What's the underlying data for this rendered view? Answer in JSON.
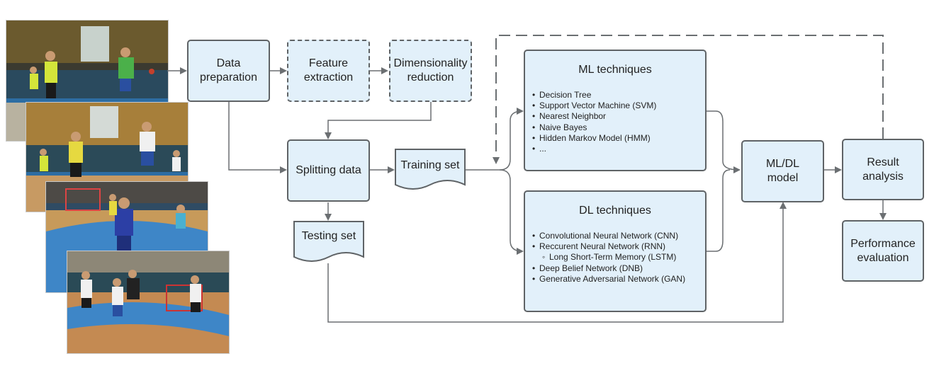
{
  "photos": [
    {
      "name": "handball-photo-1"
    },
    {
      "name": "handball-photo-2"
    },
    {
      "name": "handball-photo-3"
    },
    {
      "name": "handball-photo-4"
    }
  ],
  "nodes": {
    "data_preparation": "Data\npreparation",
    "feature_extraction": "Feature\nextraction",
    "dimensionality_reduction": "Dimensionality\nreduction",
    "splitting_data": "Splitting data",
    "training_set": "Training set",
    "testing_set": "Testing set",
    "ml_dl_model": "ML/DL\nmodel",
    "result_analysis": "Result\nanalysis",
    "performance_evaluation": "Performance\nevaluation"
  },
  "ml_techniques": {
    "title": "ML techniques",
    "items": [
      "Decision Tree",
      "Support Vector Machine (SVM)",
      "Nearest Neighbor",
      "Naive Bayes",
      "Hidden Markov Model (HMM)",
      "..."
    ]
  },
  "dl_techniques": {
    "title": "DL techniques",
    "items": [
      "Convolutional Neural Network (CNN)",
      "Reccurent Neural Network (RNN)",
      "Long Short-Term Memory (LSTM)",
      "Deep Belief Network (DNB)",
      "Generative Adversarial Network (GAN)"
    ]
  },
  "colors": {
    "box_fill": "#e2f0fa",
    "box_border": "#5f6366",
    "line": "#6b6f72"
  }
}
